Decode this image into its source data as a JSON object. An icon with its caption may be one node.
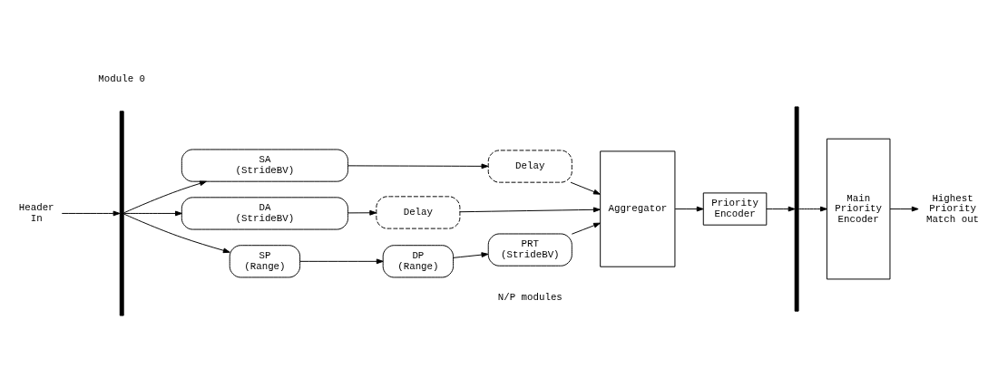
{
  "diagram": {
    "nodes": [
      {
        "text": [],
        "shape": "bar"
      },
      {
        "text": [
          "SA (StrideBV)"
        ]
      },
      {
        "text": [
          "Delay"
        ]
      },
      {
        "text": [
          "DA (StrideBV)"
        ]
      },
      {
        "text": [
          "Delay"
        ]
      },
      {
        "text": [
          "SP (Range)"
        ]
      },
      {
        "text": [
          "DP (Range)"
        ]
      },
      {
        "text": [
          "PRT (StrideBV)"
        ]
      },
      {
        "text": [
          "Aggregator"
        ]
      },
      {
        "text": [
          "Priority Encoder"
        ]
      },
      {
        "text": [],
        "shape": "bar"
      },
      {
        "text": [
          "Main Priority Encoder"
        ]
      },
      {
        "text": [
          "Header In"
        ]
      },
      {
        "text": [
          "Highest Priority Match out"
        ]
      }
    ],
    "edges": [
      {
        "from": 12,
        "to": 0,
        "arrow": "to"
      },
      {
        "from": 0,
        "to": 1,
        "arrow": "to"
      },
      {
        "from": 0,
        "to": 3,
        "arrow": "to"
      },
      {
        "from": 0,
        "to": 5,
        "arrow": "to"
      },
      {
        "from": 1,
        "to": 2,
        "arrow": "to"
      },
      {
        "from": 3,
        "to": 4,
        "arrow": "to"
      },
      {
        "from": 5,
        "to": 6,
        "arrow": "to"
      },
      {
        "from": 6,
        "to": 7,
        "arrow": "to"
      },
      {
        "from": 2,
        "to": 8,
        "arrow": "to"
      },
      {
        "from": 4,
        "to": 8,
        "arrow": "to"
      },
      {
        "from": 7,
        "to": 8,
        "arrow": "to"
      },
      {
        "from": 8,
        "to": 9,
        "arrow": "to"
      },
      {
        "from": 9,
        "to": 10,
        "arrow": "to"
      },
      {
        "from": 10,
        "to": 11,
        "arrow": "to"
      },
      {
        "from": 11,
        "to": 13,
        "arrow": "to"
      }
    ],
    "labels": [
      "Module 0",
      "N/P modules"
    ]
  }
}
